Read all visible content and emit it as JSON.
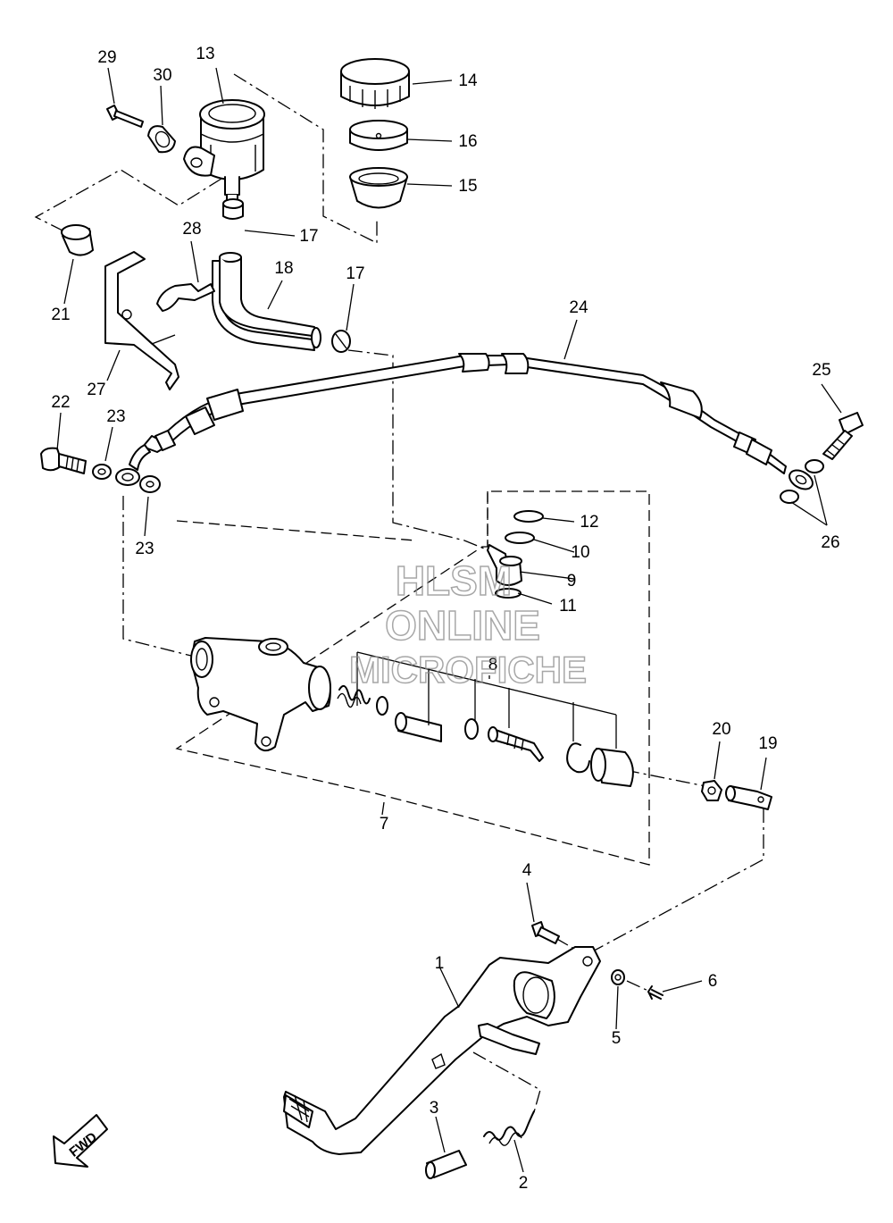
{
  "callouts": {
    "c1": "1",
    "c2": "2",
    "c3": "3",
    "c4": "4",
    "c5": "5",
    "c6": "6",
    "c7": "7",
    "c8": "8",
    "c9": "9",
    "c10": "10",
    "c11": "11",
    "c12": "12",
    "c13": "13",
    "c14": "14",
    "c15": "15",
    "c16": "16",
    "c17a": "17",
    "c17b": "17",
    "c18": "18",
    "c19": "19",
    "c20": "20",
    "c21": "21",
    "c22": "22",
    "c23a": "23",
    "c23b": "23",
    "c24": "24",
    "c25": "25",
    "c26": "26",
    "c27": "27",
    "c28": "28",
    "c29": "29",
    "c30": "30"
  },
  "watermark": {
    "line1": "HLSM",
    "line2": "ONLINE",
    "line3": "MICROFICHE"
  },
  "fwd_arrow": {
    "label": "FWD"
  }
}
